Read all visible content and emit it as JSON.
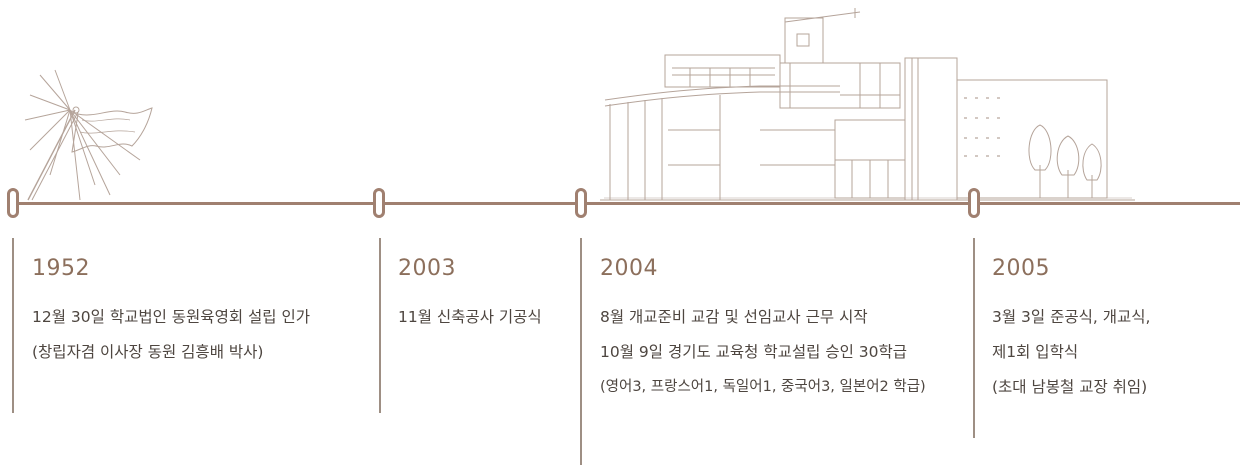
{
  "colors": {
    "timeline": "#a08070",
    "year": "#8c6f5c",
    "text": "#4e4640",
    "sketch": "#b5a49a"
  },
  "events": [
    {
      "year": "1952",
      "lines": [
        "12월 30일 학교법인 동원육영회 설립 인가",
        "(창립자겸 이사장 동원 김흥배 박사)"
      ]
    },
    {
      "year": "2003",
      "lines": [
        "11월 신축공사 기공식"
      ]
    },
    {
      "year": "2004",
      "lines": [
        "8월 개교준비 교감 및 선임교사 근무 시작",
        "10월 9일 경기도 교육청 학교설립 승인 30학급",
        "(영어3, 프랑스어1, 독일어1, 중국어3, 일본어2 학급)"
      ]
    },
    {
      "year": "2005",
      "lines": [
        "3월 3일 준공식, 개교식,",
        "제1회 입학식",
        "(초대 남봉철 교장 취임)"
      ]
    }
  ],
  "illustrations": [
    "flag-sketch",
    "school-building-sketch"
  ]
}
